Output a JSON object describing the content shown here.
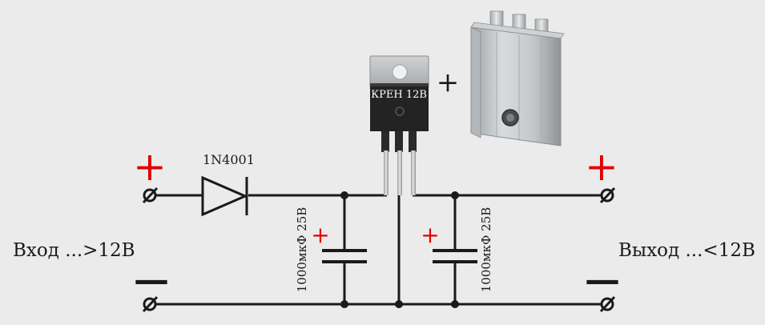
{
  "title": "",
  "input": {
    "label": "Вход ...>12В",
    "plus": "+",
    "minus": "—"
  },
  "output": {
    "label": "Выход ...<12В",
    "plus": "+",
    "minus": "—"
  },
  "diode": {
    "label": "1N4001"
  },
  "regulator": {
    "label": "КРЕН 12В"
  },
  "plus_sign": "+",
  "capacitors": [
    {
      "label": "1000мкФ 25В",
      "polarity": "+"
    },
    {
      "label": "1000мкФ 25В",
      "polarity": "+"
    }
  ],
  "colors": {
    "wire": "#1a1a1a",
    "polarity": "#e00000",
    "background": "#ebebeb"
  },
  "icons": {
    "terminal": "screw-terminal-icon",
    "heatsink": "heatsink-image"
  }
}
